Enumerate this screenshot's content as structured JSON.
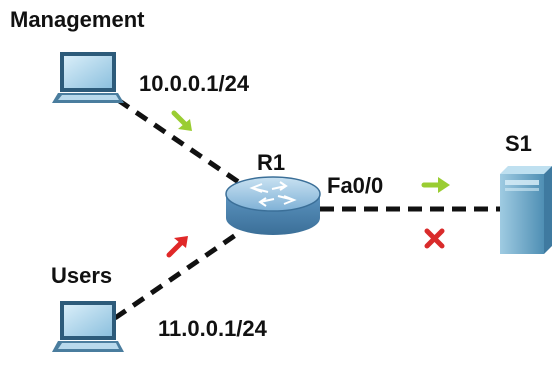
{
  "nodes": {
    "management": {
      "label": "Management",
      "icon": "laptop-icon"
    },
    "users": {
      "label": "Users",
      "icon": "laptop-icon"
    },
    "router": {
      "label": "R1",
      "icon": "router-icon"
    },
    "server": {
      "label": "S1",
      "icon": "server-icon"
    }
  },
  "links": {
    "management_r1": {
      "label": "10.0.0.1/24"
    },
    "users_r1": {
      "label": "11.0.0.1/24"
    },
    "r1_s1": {
      "label": "Fa0/0"
    }
  },
  "indicators": {
    "management_link": {
      "icon": "green-arrow-icon"
    },
    "users_link": {
      "icon": "red-arrow-icon"
    },
    "s1_link_arrow": {
      "icon": "green-arrow-icon"
    },
    "s1_link_failure": {
      "icon": "red-x-icon"
    }
  },
  "colors": {
    "link": "#111111",
    "green_arrow": "#9ACD32",
    "red_arrow": "#E02828",
    "failure_x": "#D92B2B",
    "router": "#5E9BC7",
    "server": "#6FA9C9",
    "laptop": "#7FB6D4"
  }
}
